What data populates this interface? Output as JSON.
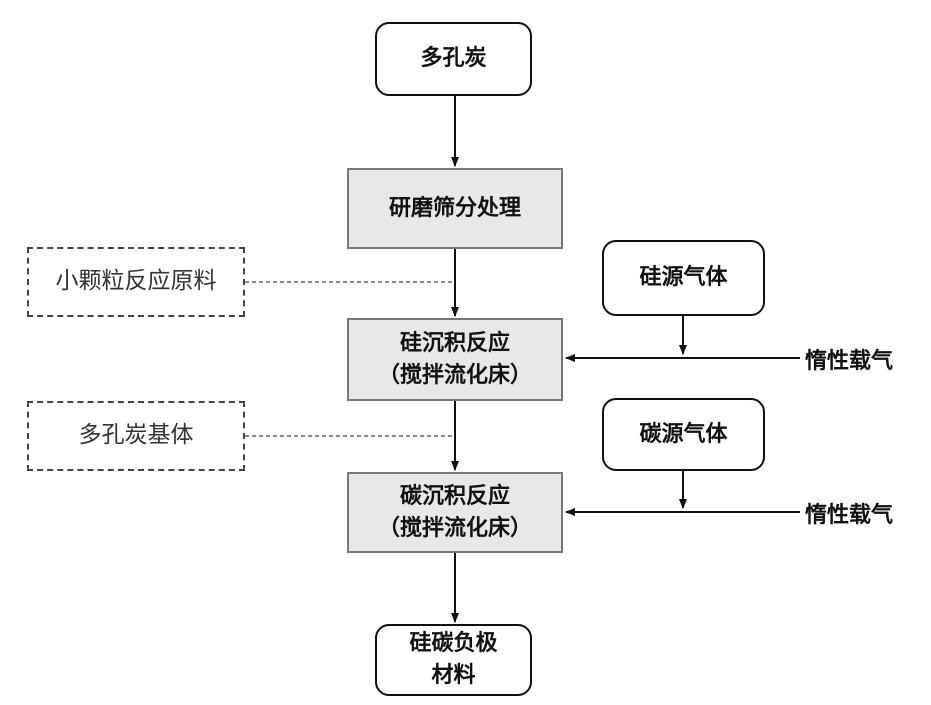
{
  "nodes": {
    "porous_carbon": "多孔炭",
    "grinding": "研磨筛分处理",
    "small_particle": "小颗粒反应原料",
    "silicon_gas": "硅源气体",
    "silicon_deposition": {
      "line1": "硅沉积反应",
      "line2": "（搅拌流化床）"
    },
    "inert_gas_1": "惰性载气",
    "porous_carbon_matrix": "多孔炭基体",
    "carbon_gas": "碳源气体",
    "carbon_deposition": {
      "line1": "碳沉积反应",
      "line2": "（搅拌流化床）"
    },
    "inert_gas_2": "惰性载气",
    "product": {
      "line1": "硅碳负极",
      "line2": "材料"
    }
  }
}
